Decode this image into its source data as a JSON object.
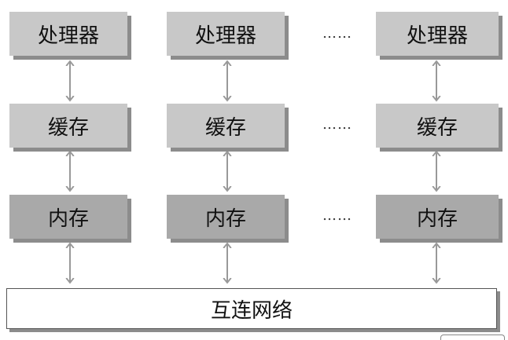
{
  "labels": {
    "processor": "处理器",
    "cache": "缓存",
    "memory": "内存",
    "network": "互连网络",
    "ellipsis": "……"
  },
  "colors": {
    "light_box": "#c8c8c8",
    "dark_box": "#a9a9a9",
    "shadow": "#8c8c8c",
    "arrow": "#999999"
  }
}
